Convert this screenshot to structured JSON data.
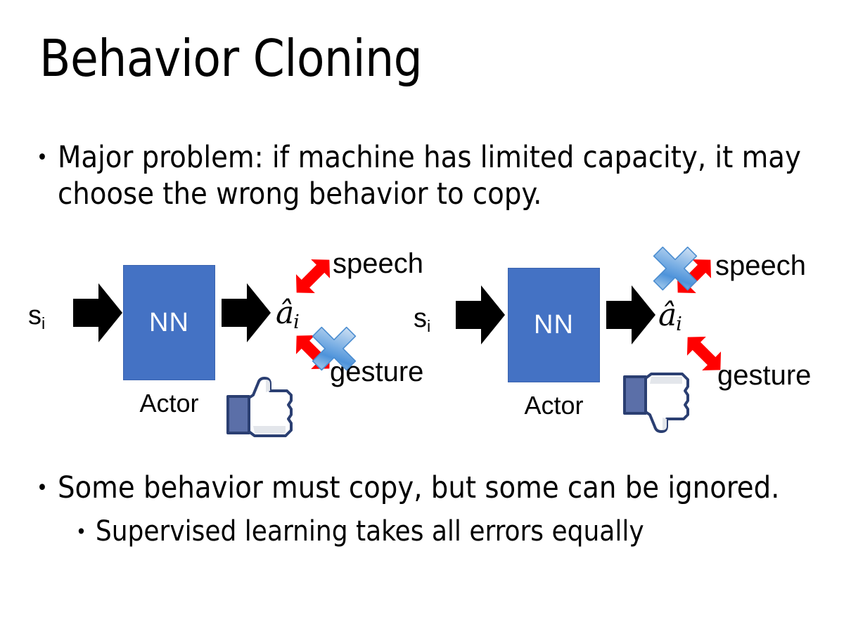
{
  "slide": {
    "title": "Behavior Cloning",
    "background_color": "#FFFFFF"
  },
  "bullets": [
    {
      "level": 1,
      "marker": "•",
      "text": "Major problem: if machine has limited capacity, it may choose the wrong behavior to copy."
    },
    {
      "level": 1,
      "marker": "•",
      "text": "Some behavior must copy, but some can be ignored."
    },
    {
      "level": 2,
      "marker": "•",
      "text": "Supervised learning takes all errors equally"
    }
  ],
  "diagrams": [
    {
      "id": "left",
      "caption": "Actor",
      "input_label": "s",
      "input_subscript": "i",
      "box_label": "NN",
      "box_color": "#4472C4",
      "output_label": "â",
      "output_subscript": "i",
      "branches": [
        {
          "name": "speech",
          "label": "speech",
          "crossed_out": false
        },
        {
          "name": "gesture",
          "label": "gesture",
          "crossed_out": true
        }
      ],
      "verdict": "thumbs-up"
    },
    {
      "id": "right",
      "caption": "Actor",
      "input_label": "s",
      "input_subscript": "i",
      "box_label": "NN",
      "box_color": "#4472C4",
      "output_label": "â",
      "output_subscript": "i",
      "branches": [
        {
          "name": "speech",
          "label": "speech",
          "crossed_out": true
        },
        {
          "name": "gesture",
          "label": "gesture",
          "crossed_out": false
        }
      ],
      "verdict": "thumbs-down"
    }
  ],
  "colors": {
    "accent_blue": "#4472C4",
    "arrow_red": "#FF0000",
    "arrow_black": "#000000",
    "thumb_blue": "#3B5998",
    "x_blue": "#5B9BD5",
    "text_black": "#000000"
  }
}
